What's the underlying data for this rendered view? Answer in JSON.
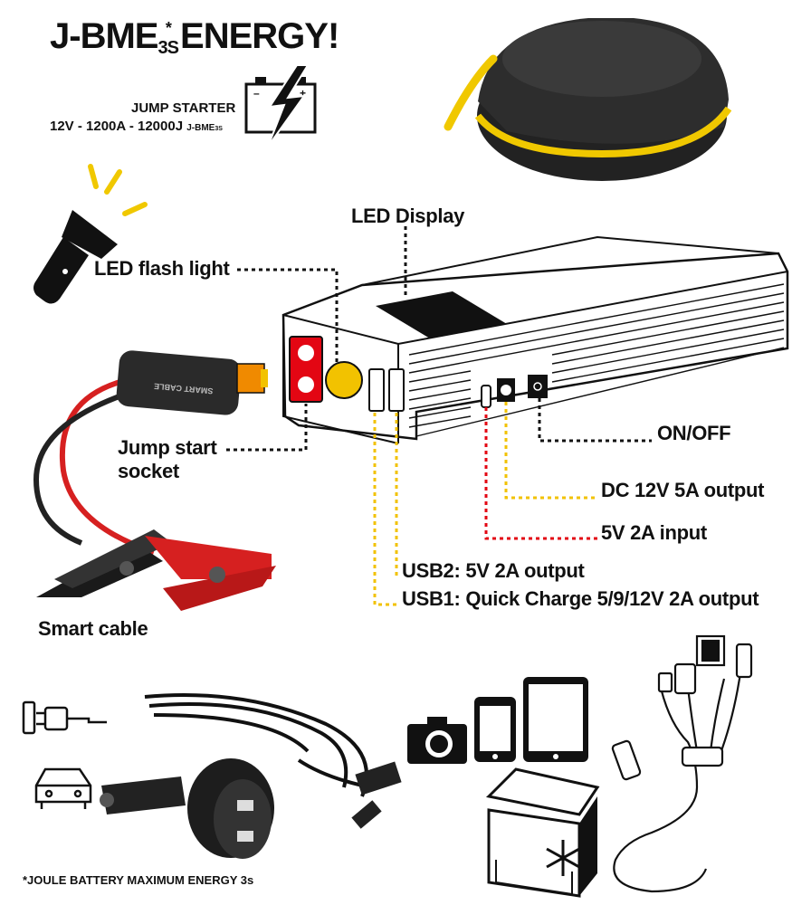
{
  "header": {
    "brand": "J-BME",
    "brand_sub": "3S",
    "brand_sup": "*",
    "brand_tail": " ENERGY!",
    "product_type": "JUMP STARTER",
    "specs": "12V - 1200A  - 12000J",
    "specs_suffix": "J-BME",
    "specs_suffix_sub": "3S"
  },
  "labels": {
    "led_display": "LED Display",
    "led_flash_light": "LED flash light",
    "jump_start_socket_line1": "Jump start",
    "jump_start_socket_line2": "socket",
    "on_off": "ON/OFF",
    "dc_output": "DC 12V 5A output",
    "input": "5V 2A input",
    "usb2": "USB2: 5V 2A output",
    "usb1": "USB1: Quick Charge 5/9/12V 2A output",
    "smart_cable": "Smart cable",
    "cable_print": "SMART CABLE"
  },
  "footnote": "*JOULE BATTERY MAXIMUM ENERGY 3s",
  "colors": {
    "accent_yellow": "#f2c200",
    "accent_red": "#e30613",
    "clamp_red": "#d62020",
    "case_yellow": "#f0c800",
    "dark": "#1a1a1a"
  },
  "icons": [
    "battery-lightning-icon",
    "flashlight-icon",
    "wall-plug-icon",
    "car-icon",
    "camera-icon",
    "phone-icon",
    "tablet-icon",
    "cooler-box-icon",
    "snowflake-icon"
  ]
}
